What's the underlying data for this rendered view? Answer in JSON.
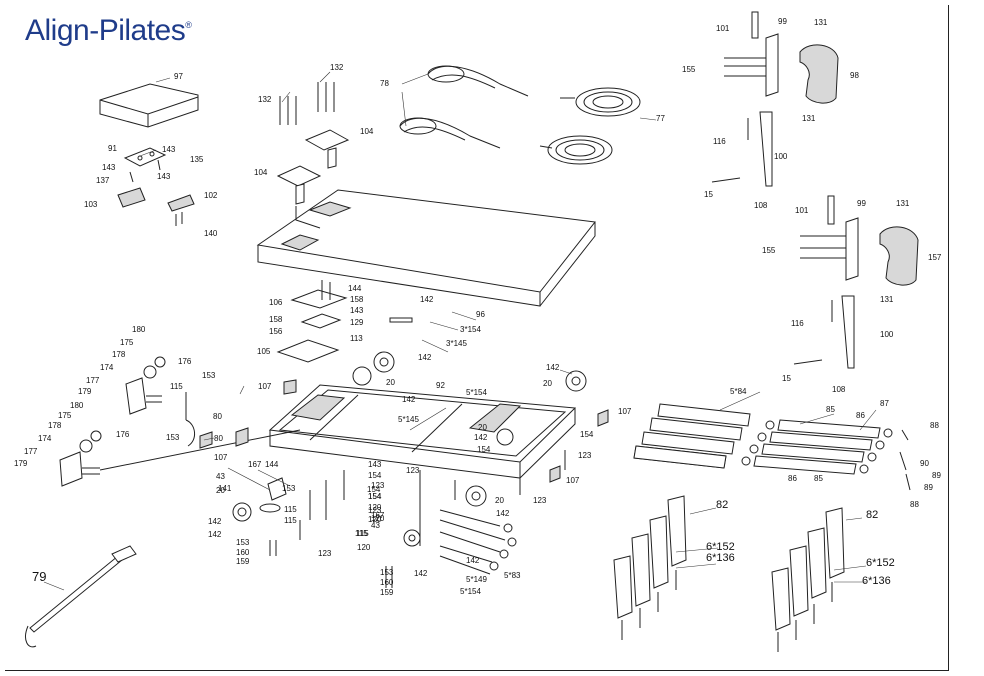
{
  "brand": {
    "logo": "Align-Pilates",
    "registered": "®"
  },
  "callouts": [
    "97",
    "91",
    "143",
    "135",
    "143",
    "137",
    "143",
    "103",
    "102",
    "140",
    "132",
    "132",
    "104",
    "104",
    "78",
    "77",
    "101",
    "99",
    "131",
    "155",
    "98",
    "131",
    "116",
    "100",
    "15",
    "108",
    "101",
    "99",
    "131",
    "155",
    "157",
    "131",
    "116",
    "100",
    "15",
    "108",
    "144",
    "158",
    "143",
    "129",
    "106",
    "158",
    "156",
    "113",
    "105",
    "96",
    "142",
    "3*154",
    "3*145",
    "142",
    "180",
    "175",
    "176",
    "178",
    "174",
    "177",
    "179",
    "180",
    "175",
    "178",
    "176",
    "174",
    "177",
    "179",
    "115",
    "153",
    "80",
    "153",
    "80",
    "107",
    "107",
    "92",
    "20",
    "142",
    "5*154",
    "142",
    "20",
    "5*145",
    "142",
    "107",
    "154",
    "123",
    "20",
    "154",
    "107",
    "20",
    "123",
    "142",
    "144",
    "167",
    "143",
    "154",
    "123",
    "43",
    "141",
    "20",
    "153",
    "115",
    "115",
    "154",
    "120",
    "120",
    "115",
    "142",
    "142",
    "153",
    "160",
    "159",
    "123",
    "154",
    "123",
    "120",
    "43",
    "167",
    "154",
    "123",
    "142",
    "115",
    "120",
    "142",
    "153",
    "160",
    "159",
    "5*149",
    "5*83",
    "5*154",
    "5*84",
    "85",
    "86",
    "87",
    "88",
    "89",
    "90",
    "86",
    "85",
    "89",
    "88",
    "82",
    "6*152",
    "6*136",
    "82",
    "6*152",
    "6*136",
    "79"
  ]
}
